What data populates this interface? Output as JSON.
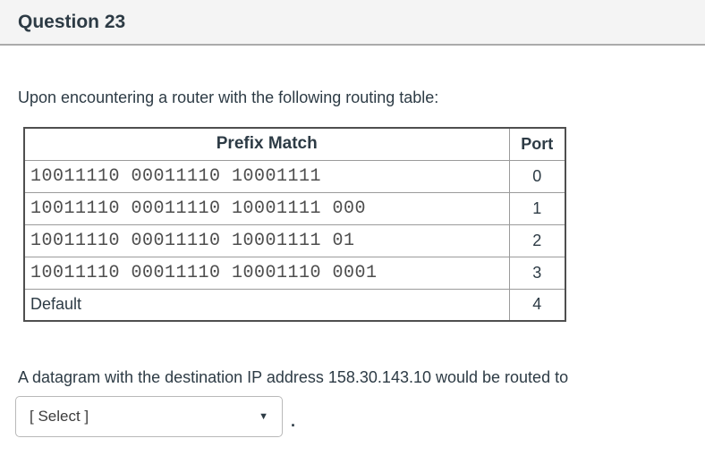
{
  "colors": {
    "page_bg": "#ffffff",
    "header_bg": "#f4f4f4",
    "header_border": "#ababab",
    "text_dark": "#2d3b45",
    "binary_text": "#4e4e4e",
    "table_outer_border": "#4f4f4f",
    "table_inner_border": "#9b9b9b",
    "select_border": "#b9b9b9"
  },
  "header": {
    "title": "Question 23"
  },
  "question": {
    "intro": "Upon encountering a router with the following routing table:",
    "prompt": "A datagram with the destination IP address 158.30.143.10 would be routed to",
    "period": "."
  },
  "routing_table": {
    "headers": [
      "Prefix Match",
      "Port"
    ],
    "rows": [
      {
        "prefix": "10011110 00011110 10001111",
        "port": "0"
      },
      {
        "prefix": "10011110 00011110 10001111 000",
        "port": "1"
      },
      {
        "prefix": "10011110 00011110 10001111 01",
        "port": "2"
      },
      {
        "prefix": "10011110 00011110 10001110 0001",
        "port": "3"
      },
      {
        "prefix": "Default",
        "port": "4"
      }
    ]
  },
  "select": {
    "value": "[ Select ]",
    "caret_icon": "▼"
  }
}
